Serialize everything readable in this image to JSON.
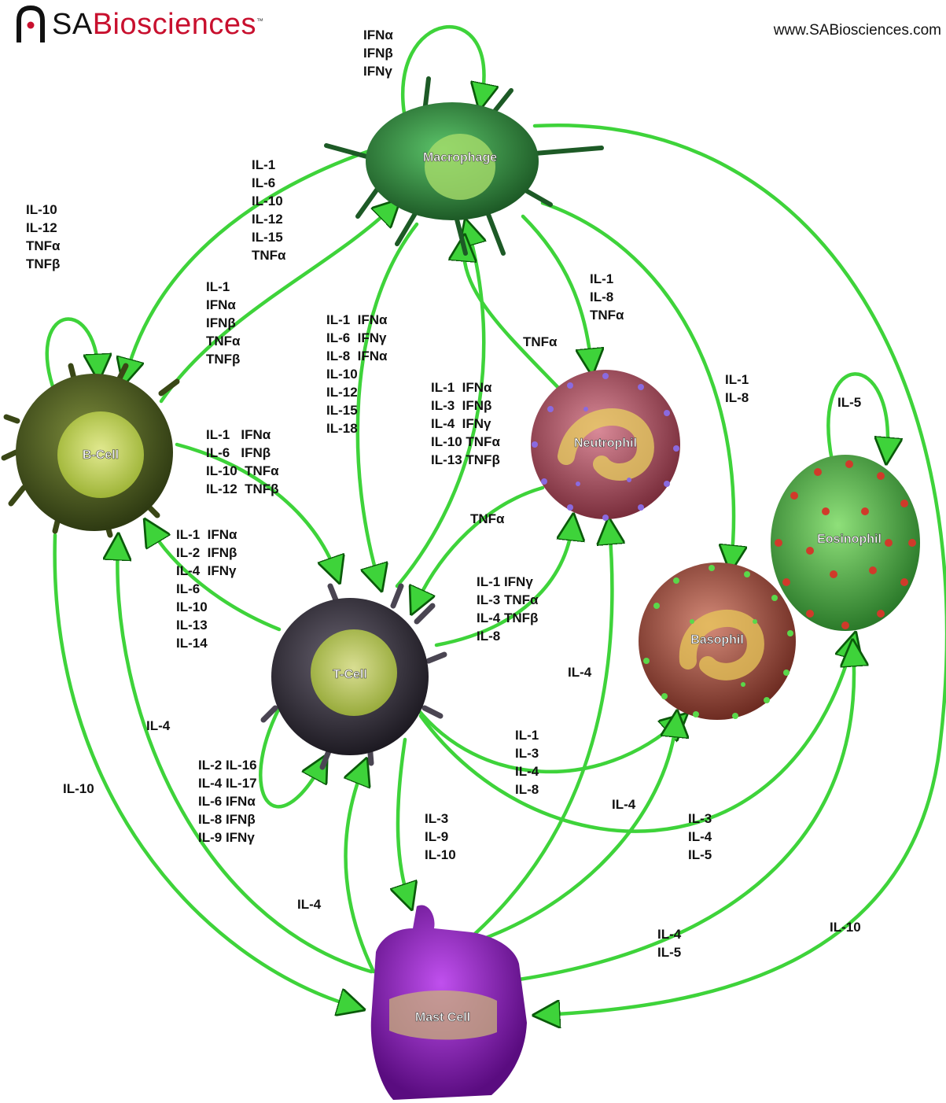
{
  "brand": {
    "name_part1": "SA",
    "name_part2": "Biosciences",
    "tm": "™",
    "url": "www.SABiosciences.com",
    "colors": {
      "sa": "#111111",
      "bio": "#c8102e"
    }
  },
  "cells": {
    "macrophage": "Macrophage",
    "bcell": "B-Cell",
    "tcell": "T-Cell",
    "neutrophil": "Neutrophil",
    "basophil": "Basophil",
    "eosinophil": "Eosinophil",
    "mastcell": "Mast Cell"
  },
  "cell_colors": {
    "macrophage": "#2f8a3c",
    "bcell": "#4d5d22",
    "tcell": "#3a3442",
    "neutrophil": "#b4596a",
    "basophil": "#b05648",
    "eosinophil": "#4fae44",
    "mastcell": "#8a1fb5",
    "nucleus": "#d8e86a",
    "arrow": "#3ed33a"
  },
  "labels": {
    "mac_self": [
      "IFNα",
      "IFNβ",
      "IFNγ"
    ],
    "b_self": [
      "IL-10",
      "IL-12",
      "TNFα",
      "TNFβ"
    ],
    "mac_to_b": [
      "IL-1",
      "IL-6",
      "IL-10",
      "IL-12",
      "IL-15",
      "TNFα"
    ],
    "b_to_mac": [
      "IL-1",
      "IFNα",
      "IFNβ",
      "TNFα",
      "TNFβ"
    ],
    "mac_t": [
      "IL-1  IFNα",
      "IL-6  IFNγ",
      "IL-8  IFNα",
      "IL-10",
      "IL-12",
      "IL-15",
      "IL-18"
    ],
    "t_to_mac": [
      "IL-1  IFNα",
      "IL-3  IFNβ",
      "IL-4  IFNγ",
      "IL-10 TNFα",
      "IL-13 TNFβ"
    ],
    "mac_to_neut": [
      "IL-1",
      "IL-8",
      "TNFα"
    ],
    "neut_to_mac": [
      "TNFα"
    ],
    "mac_to_baso": [
      "IL-1",
      "IL-8"
    ],
    "eos_self": [
      "IL-5"
    ],
    "b_to_t": [
      "IL-1   IFNα",
      "IL-6   IFNβ",
      "IL-10  TNFα",
      "IL-12  TNFβ"
    ],
    "t_to_b": [
      "IL-1  IFNα",
      "IL-2  IFNβ",
      "IL-4  IFNγ",
      "IL-6",
      "IL-10",
      "IL-13",
      "IL-14"
    ],
    "neut_to_t": [
      "TNFα"
    ],
    "t_to_neut": [
      "IL-1 IFNγ",
      "IL-3 TNFα",
      "IL-4 TNFβ",
      "IL-8"
    ],
    "mast_to_neut": [
      "IL-4"
    ],
    "mast_to_b": [
      "IL-4"
    ],
    "b_to_mast": [
      "IL-10"
    ],
    "t_self": [
      "IL-2 IL-16",
      "IL-4 IL-17",
      "IL-6 IFNα",
      "IL-8 IFNβ",
      "IL-9 IFNγ"
    ],
    "t_to_baso": [
      "IL-1",
      "IL-3",
      "IL-4",
      "IL-8"
    ],
    "t_to_mast": [
      "IL-3",
      "IL-9",
      "IL-10"
    ],
    "mast_to_t": [
      "IL-4"
    ],
    "mast_to_baso": [
      "IL-4"
    ],
    "t_to_eos": [
      "IL-3",
      "IL-4",
      "IL-5"
    ],
    "mast_to_eos": [
      "IL-4",
      "IL-5"
    ],
    "mac_to_mast": [
      "IL-10"
    ]
  }
}
